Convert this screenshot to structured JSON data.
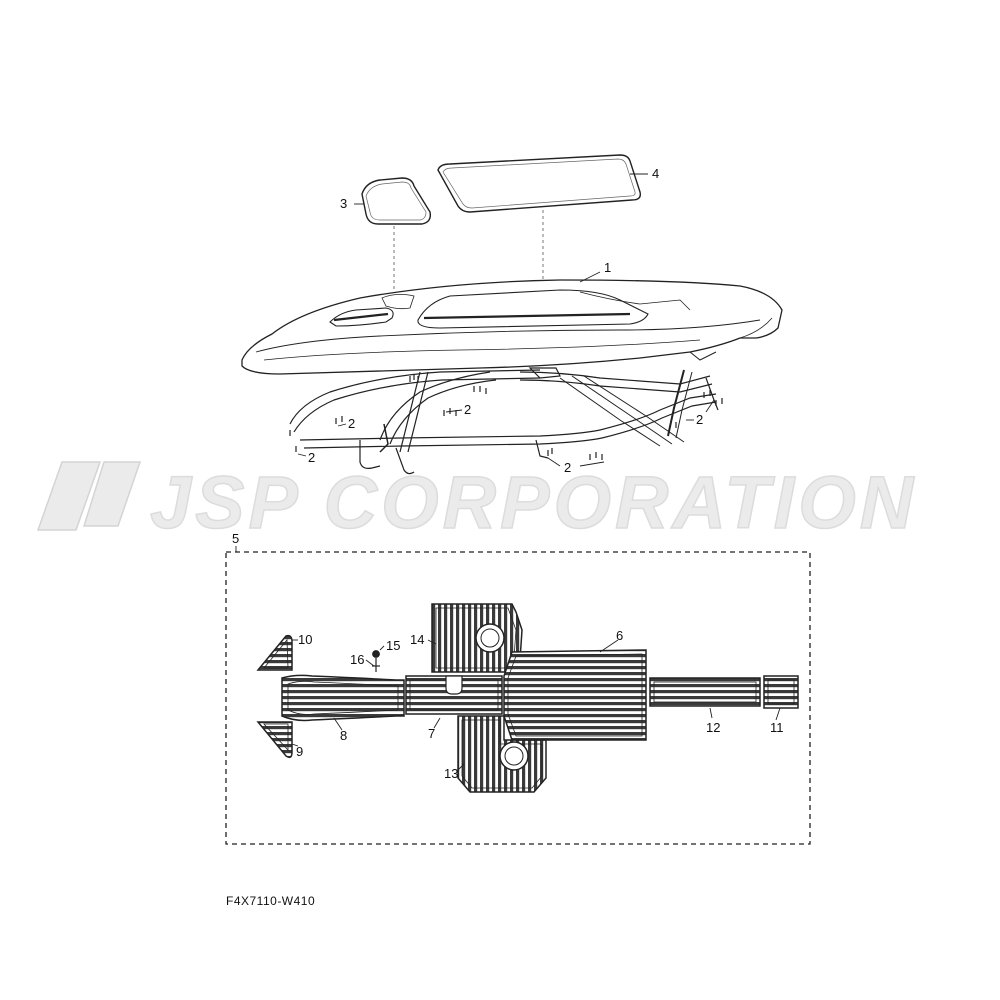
{
  "watermark": {
    "text": "JSP CORPORATION"
  },
  "drawing_code": "F4X7110-W410",
  "callouts": {
    "c1": "1",
    "c2a": "2",
    "c2b": "2",
    "c2c": "2",
    "c2d": "2",
    "c2e": "2",
    "c3": "3",
    "c4": "4",
    "c5": "5",
    "c6": "6",
    "c7": "7",
    "c8": "8",
    "c9": "9",
    "c10": "10",
    "c11": "11",
    "c12": "12",
    "c13": "13",
    "c14": "14",
    "c15": "15",
    "c16": "16"
  }
}
